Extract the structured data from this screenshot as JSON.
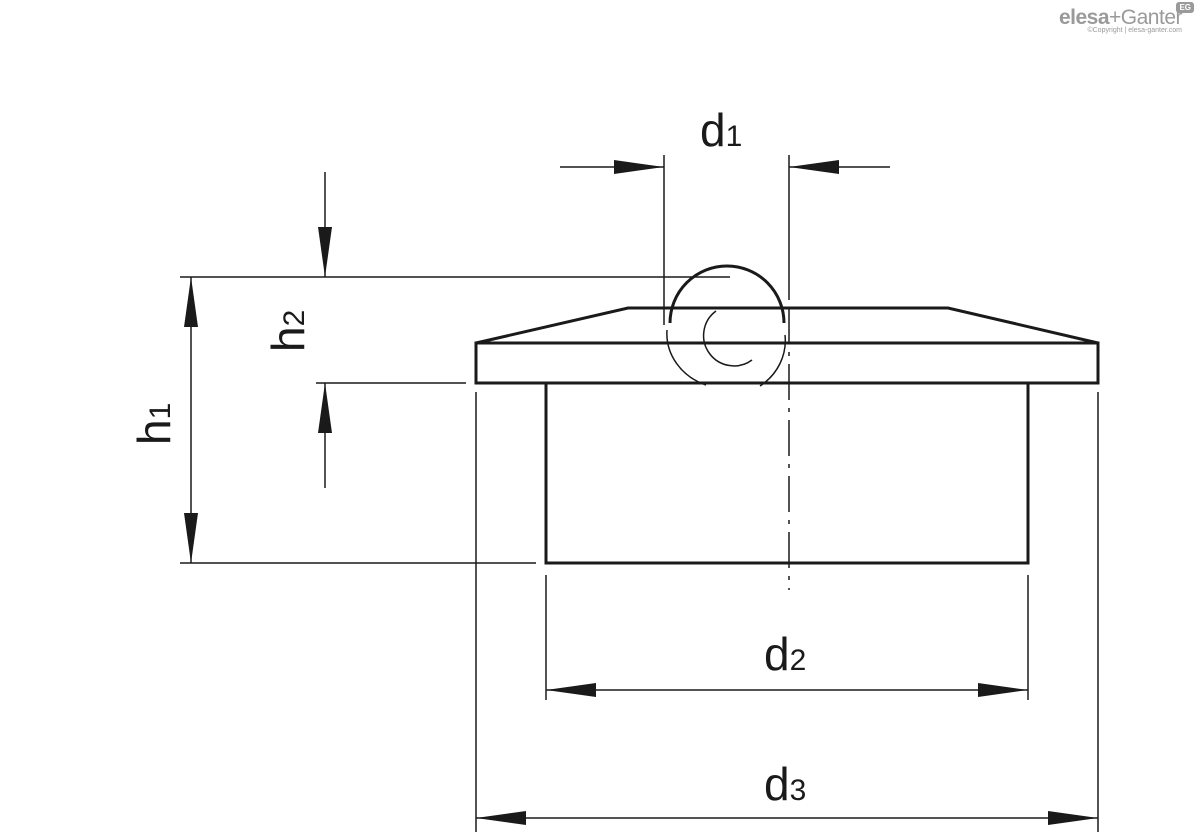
{
  "logo": {
    "brand_primary": "elesa",
    "brand_separator": "+",
    "brand_secondary": "Ganter",
    "copyright": "©Copyright | elesa-ganter.com",
    "badge": "EG"
  },
  "dimensions": {
    "d1": {
      "base": "d",
      "sub": "1"
    },
    "d2": {
      "base": "d",
      "sub": "2"
    },
    "d3": {
      "base": "d",
      "sub": "3"
    },
    "h1": {
      "base": "h",
      "sub": "1"
    },
    "h2": {
      "base": "h",
      "sub": "2"
    }
  },
  "colors": {
    "line": "#1a1a1a",
    "logo": "#9a9a9a",
    "background": "#ffffff"
  }
}
